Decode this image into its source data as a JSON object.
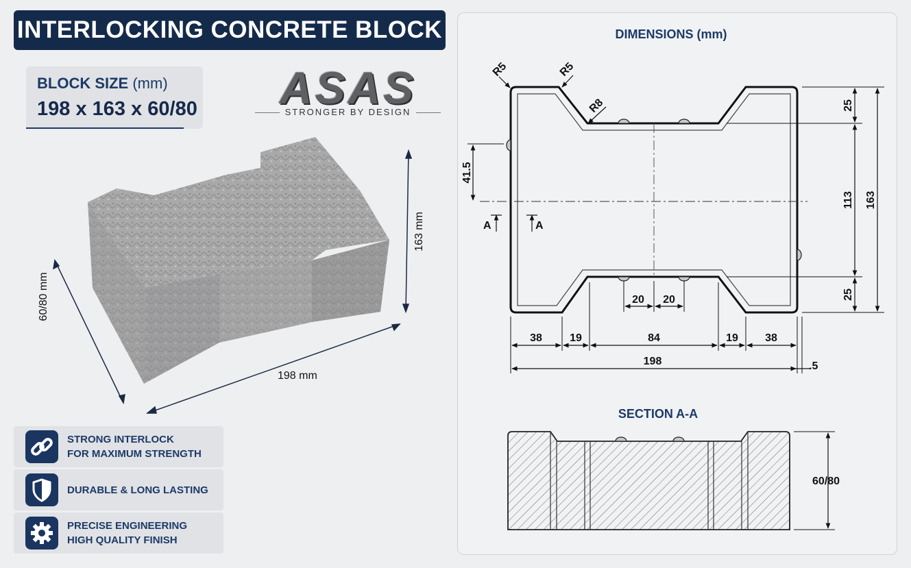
{
  "header": {
    "title": "INTERLOCKING CONCRETE BLOCK"
  },
  "block_size": {
    "label_bold": "BLOCK SIZE",
    "label_unit": "(mm)",
    "value": "198 x 163 x 60/80"
  },
  "brand": {
    "name": "ASAS",
    "tagline": "STRONGER BY DESIGN"
  },
  "photo_labels": {
    "length": "198 mm",
    "width": "163 mm",
    "height": "60/80 mm"
  },
  "features": [
    {
      "icon": "chain-link-icon",
      "line1": "STRONG INTERLOCK",
      "line2": "FOR MAXIMUM STRENGTH"
    },
    {
      "icon": "shield-icon",
      "line1": "DURABLE & LONG LASTING",
      "line2": ""
    },
    {
      "icon": "gear-icon",
      "line1": "PRECISE ENGINEERING",
      "line2": "HIGH QUALITY FINISH"
    }
  ],
  "drawing": {
    "heading": "DIMENSIONS (mm)",
    "radii": [
      "R5",
      "R5",
      "R8"
    ],
    "dims": {
      "left_offset": "41.5",
      "top_flange": "25",
      "middle": "113",
      "total_height": "163",
      "bottom_flange": "25",
      "nub_a": "20",
      "nub_b": "20",
      "seg_1": "38",
      "seg_2": "19",
      "seg_3": "84",
      "seg_4": "19",
      "seg_5": "38",
      "total_width": "198",
      "edge": ".5"
    },
    "section_marks": [
      "A",
      "A"
    ],
    "section_heading": "SECTION A-A",
    "section_height": "60/80"
  },
  "colors": {
    "navy": "#142a4a",
    "accent": "#1c3a66",
    "panel": "#e0e2e6"
  }
}
